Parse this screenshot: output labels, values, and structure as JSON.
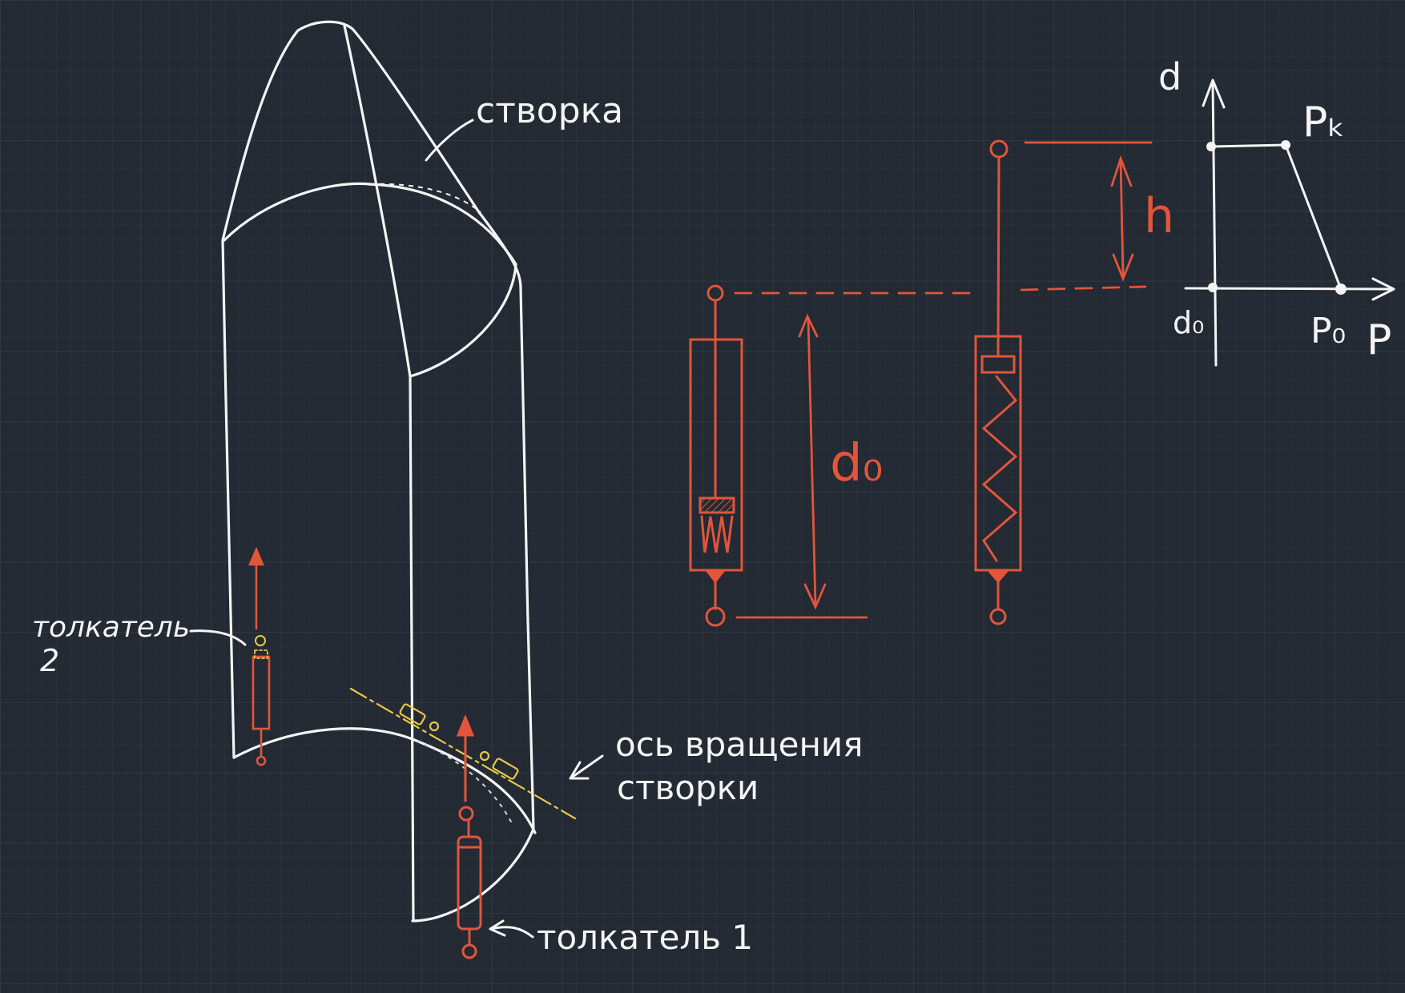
{
  "colors": {
    "background": "#232a33",
    "grid_minor": "#2c343d",
    "grid_major": "#36404a",
    "sketch": "#f4f4f4",
    "accent": "#e2553b",
    "axis": "#e8c84a"
  },
  "labels": {
    "flap": "створка",
    "pusher_2_line1": "толкатель",
    "pusher_2_line2": "2",
    "rotation_axis_line1": "ось вращения",
    "rotation_axis_line2": "створки",
    "pusher_1": "толкатель 1",
    "h": "h",
    "d0_mid": "d₀"
  },
  "graph": {
    "y_axis": "d",
    "x_axis": "P",
    "y_origin": "d₀",
    "x_origin": "P₀",
    "peak": "Pₖ"
  }
}
